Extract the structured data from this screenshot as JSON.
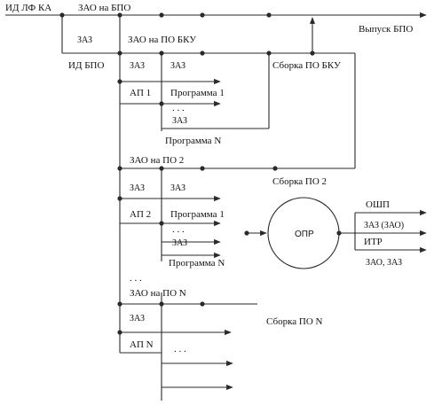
{
  "labels": {
    "input_main": "ИД ЛФ КА",
    "zao_bpo": "ЗАО на БПО",
    "zaz_top": "ЗАЗ",
    "zao_po_bku": "ЗАО на ПО БКУ",
    "vypusk_bpo": "Выпуск БПО",
    "id_bpo": "ИД  БПО",
    "zaz_1a": "ЗАЗ",
    "zaz_1b": "ЗАЗ",
    "sborka_po_bku": "Сборка ПО БКУ",
    "ap1": "АП 1",
    "prog1_1": "Программа 1",
    "dots_1": ". . .",
    "zaz_1c": "ЗАЗ",
    "progN_1": "Программа  N",
    "zao_po2": "ЗАО  на  ПО 2",
    "zaz_2a": "ЗАЗ",
    "zaz_2b": "ЗАЗ",
    "sborka_po2": "Сборка ПО 2",
    "ap2": "АП 2",
    "prog1_2": "Программа 1",
    "dots_2": ". . .",
    "zaz_2c": "ЗАЗ",
    "progN_2": "Программа  N",
    "dots_mid": ". . .",
    "zao_poN": "ЗАО  на  ПО N",
    "zaz_Na": "ЗАЗ",
    "sborka_poN": "Сборка ПО N",
    "apN": "АП N",
    "dots_N": ". . .",
    "opr": "ОПР",
    "oshp": "ОШП",
    "zaz_zao": "ЗАЗ (ЗАО)",
    "itr": "ИТР",
    "zao_zaz": "ЗАО, ЗАЗ"
  }
}
